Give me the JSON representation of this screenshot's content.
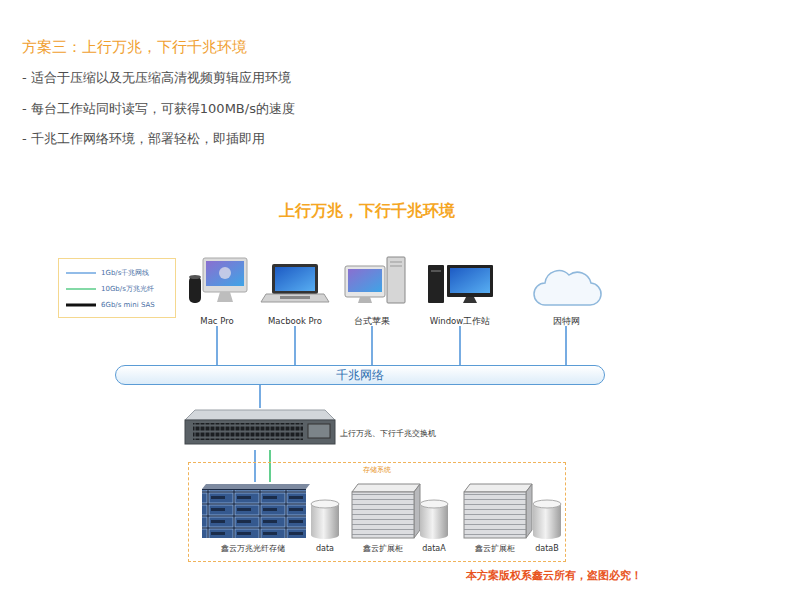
{
  "diagram": {
    "title": "方案三：上行万兆，下行千兆环境",
    "nodes": [
      {
        "text": [
          "Mac Pro"
        ]
      },
      {
        "text": [
          "Macbook Pro"
        ]
      },
      {
        "text": [
          "台式苹果"
        ]
      },
      {
        "text": [
          "Window工作站"
        ]
      },
      {
        "text": [
          "因特网"
        ]
      },
      {
        "text": [
          "千兆网络"
        ]
      },
      {
        "text": [
          "上行万兆、下行千兆交换机"
        ]
      },
      {
        "text": [
          "存储系统"
        ]
      },
      {
        "text": [
          "鑫云万兆光纤存储"
        ],
        "in": 7
      },
      {
        "text": [
          "data"
        ],
        "in": 7
      },
      {
        "text": [
          "鑫云扩展柜"
        ],
        "in": 7
      },
      {
        "text": [
          "dataA"
        ],
        "in": 7
      },
      {
        "text": [
          "鑫云扩展柜"
        ],
        "in": 7
      },
      {
        "text": [
          "dataB"
        ],
        "in": 7
      }
    ],
    "edges": [
      {
        "from": 0,
        "to": 5,
        "arrow": "none"
      },
      {
        "from": 1,
        "to": 5,
        "arrow": "none"
      },
      {
        "from": 2,
        "to": 5,
        "arrow": "none"
      },
      {
        "from": 3,
        "to": 5,
        "arrow": "none"
      },
      {
        "from": 4,
        "to": 5,
        "arrow": "none"
      },
      {
        "from": 5,
        "to": 6,
        "arrow": "none"
      },
      {
        "from": 6,
        "to": 8,
        "arrow": "none"
      },
      {
        "from": 6,
        "to": 8,
        "arrow": "none"
      }
    ],
    "labels": [
      "- 适合于压缩以及无压缩高清视频剪辑应用环境",
      "- 每台工作站同时读写，可获得100MB/s的速度",
      "- 千兆工作网络环境，部署轻松，即插即用",
      "上行万兆，下行千兆环境",
      "本方案版权系鑫云所有，盗图必究！"
    ],
    "legend": [
      {
        "text": "1Gb/s千兆网线"
      },
      {
        "text": "10Gb/s万兆光纤"
      },
      {
        "text": "6Gb/s mini SAS"
      }
    ]
  }
}
